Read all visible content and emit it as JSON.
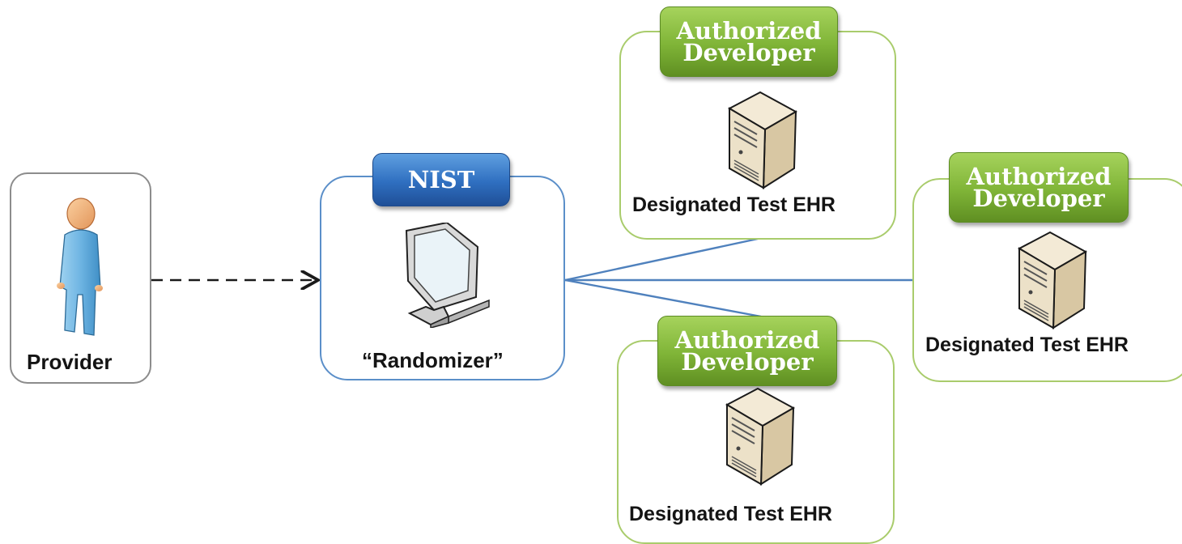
{
  "provider": {
    "label": "Provider"
  },
  "nist": {
    "badge": "NIST",
    "label": "“Randomizer”"
  },
  "developers": [
    {
      "badge_line1": "Authorized",
      "badge_line2": "Developer",
      "label": "Designated Test EHR"
    },
    {
      "badge_line1": "Authorized",
      "badge_line2": "Developer",
      "label": "Designated Test EHR"
    },
    {
      "badge_line1": "Authorized",
      "badge_line2": "Developer",
      "label": "Designated Test EHR"
    }
  ],
  "colors": {
    "nist_blue": "#2f6fc0",
    "developer_green": "#7fb437",
    "connector_blue": "#4f81bd",
    "provider_border": "#8c8c8c"
  },
  "icons": [
    "person-icon",
    "monitor-icon",
    "server-icon"
  ]
}
